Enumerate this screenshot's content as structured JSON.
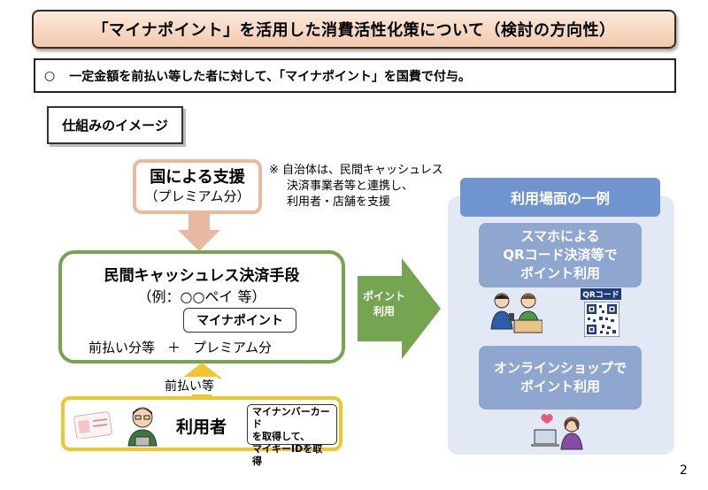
{
  "title": "「マイナポイント」を活用した消費活性化策について（検討の方向性）",
  "summary": {
    "bullet": "○",
    "text": "一定金額を前払い等した者に対して、「マイナポイント」を国費で付与。"
  },
  "mechanism_label": "仕組みのイメージ",
  "support": {
    "main": "国による支援",
    "sub": "（プレミアム分）"
  },
  "note": {
    "line1": "※ 自治体は、民間キャッシュレス",
    "line2": "決済事業者等と連携し、",
    "line3": "利用者・店舗を支援"
  },
  "cashless": {
    "title": "民間キャッシュレス決済手段",
    "example": "（例：○○ペイ 等）",
    "mynapoint": "マイナポイント",
    "prepay": "前払い分等",
    "plus": "＋",
    "premium": "プレミアム分"
  },
  "prepay_label": "前払い等",
  "user": {
    "label": "利用者",
    "note_line1": "マイナンバーカード",
    "note_line2": "を取得して、",
    "note_line3": "マイキーIDを取得"
  },
  "point_arrow": {
    "line1": "ポイント",
    "line2": "利用"
  },
  "usage": {
    "header": "利用場面の一例",
    "card1_line1": "スマホによる",
    "card1_line2": "QRコード決済等で",
    "card1_line3": "ポイント利用",
    "qr_label": "QRコード",
    "card2_line1": "オンラインショップで",
    "card2_line2": "ポイント利用"
  },
  "page_number": "2",
  "colors": {
    "title_bg": "#f2c9ad",
    "support_border": "#e8b8a0",
    "cashless_border": "#76a552",
    "user_border": "#f0c630",
    "usage_header": "#6f94cf",
    "usage_card": "#8fa7cf",
    "usage_panel": "#e3e9f4"
  }
}
